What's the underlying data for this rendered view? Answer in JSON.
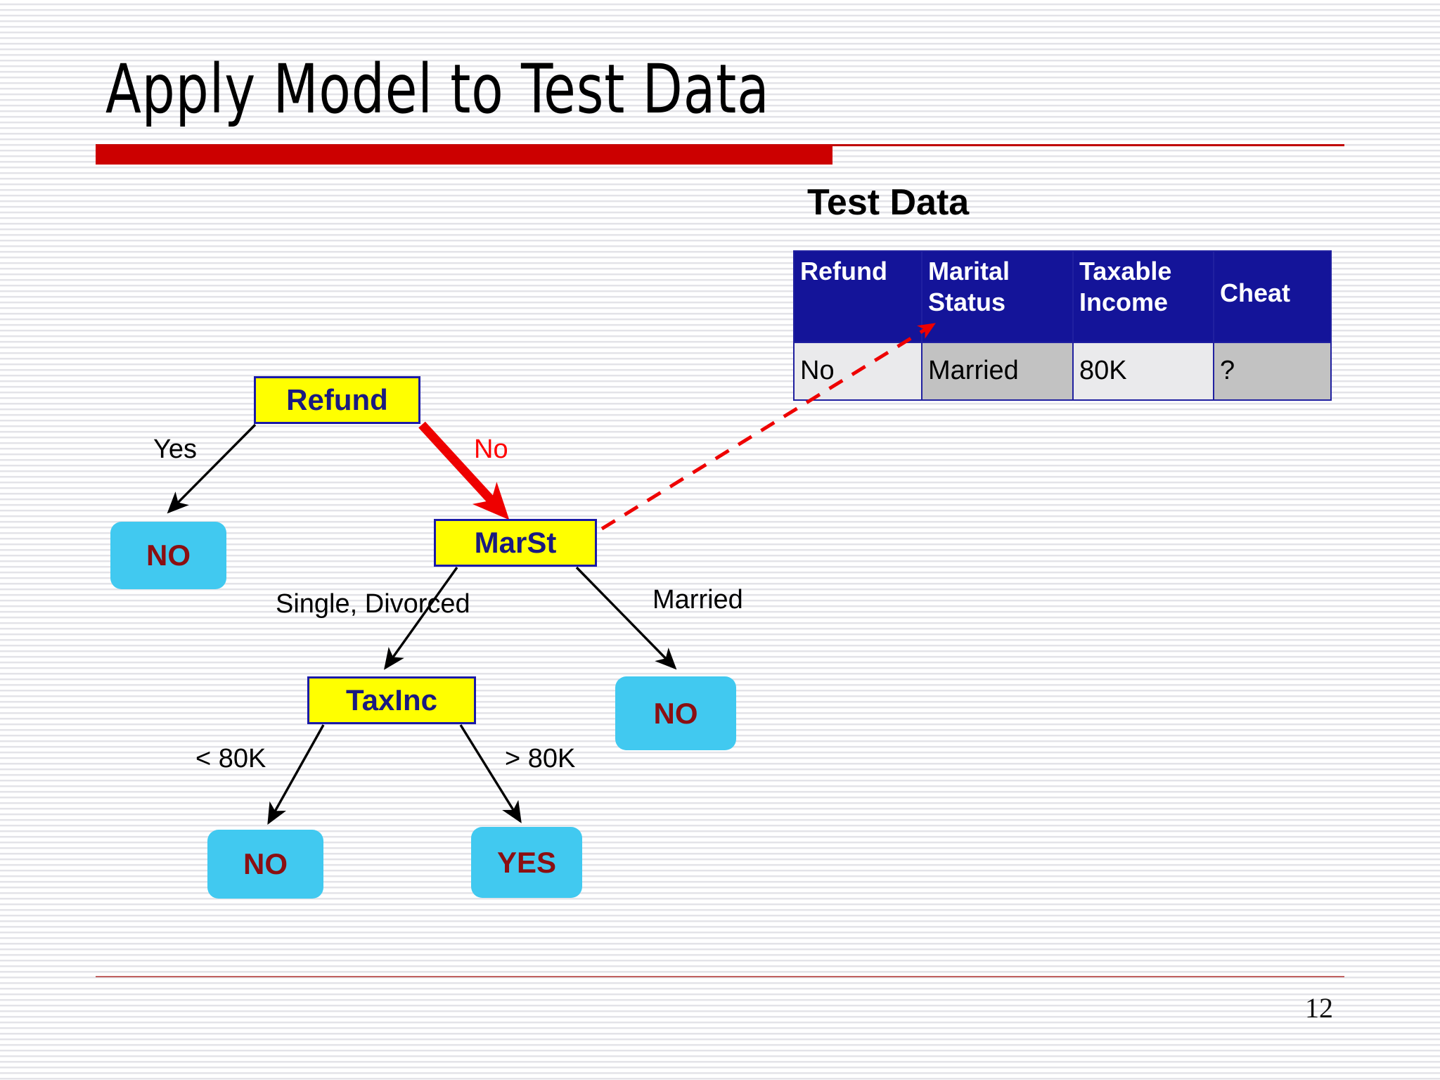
{
  "slide": {
    "title": "Apply Model to Test Data",
    "page_number": "12",
    "accent_color": "#cc0000",
    "footer_rule_color": "#c06060"
  },
  "test_data": {
    "heading": "Test Data",
    "header_bg": "#141499",
    "columns": [
      "Refund",
      "Marital\nStatus",
      "Taxable\nIncome",
      "Cheat"
    ],
    "columns_flat": {
      "refund": "Refund",
      "marital_status_line1": "Marital",
      "marital_status_line2": "Status",
      "taxable_income_line1": "Taxable",
      "taxable_income_line2": "Income",
      "cheat": "Cheat"
    },
    "rows": [
      {
        "refund": "No",
        "marital_status": "Married",
        "taxable_income": "80K",
        "cheat": "?"
      }
    ],
    "highlight_color": "#ff0000"
  },
  "tree": {
    "node_fill": "#ffff00",
    "node_border": "#1a1aa8",
    "node_text_color": "#1a1a80",
    "leaf_fill": "#41c9f0",
    "leaf_text_color": "#8b0f12",
    "active_path_color": "#ff0000",
    "nodes": {
      "refund": "Refund",
      "marst": "MarSt",
      "taxinc": "TaxInc"
    },
    "leaves": {
      "no_refund_yes": "NO",
      "no_married": "NO",
      "no_lt80k": "NO",
      "yes_gt80k": "YES"
    },
    "edge_labels": {
      "yes": "Yes",
      "no": "No",
      "single_divorced": "Single, Divorced",
      "married": "Married",
      "lt_80k": "< 80K",
      "gt_80k": "> 80K"
    }
  }
}
